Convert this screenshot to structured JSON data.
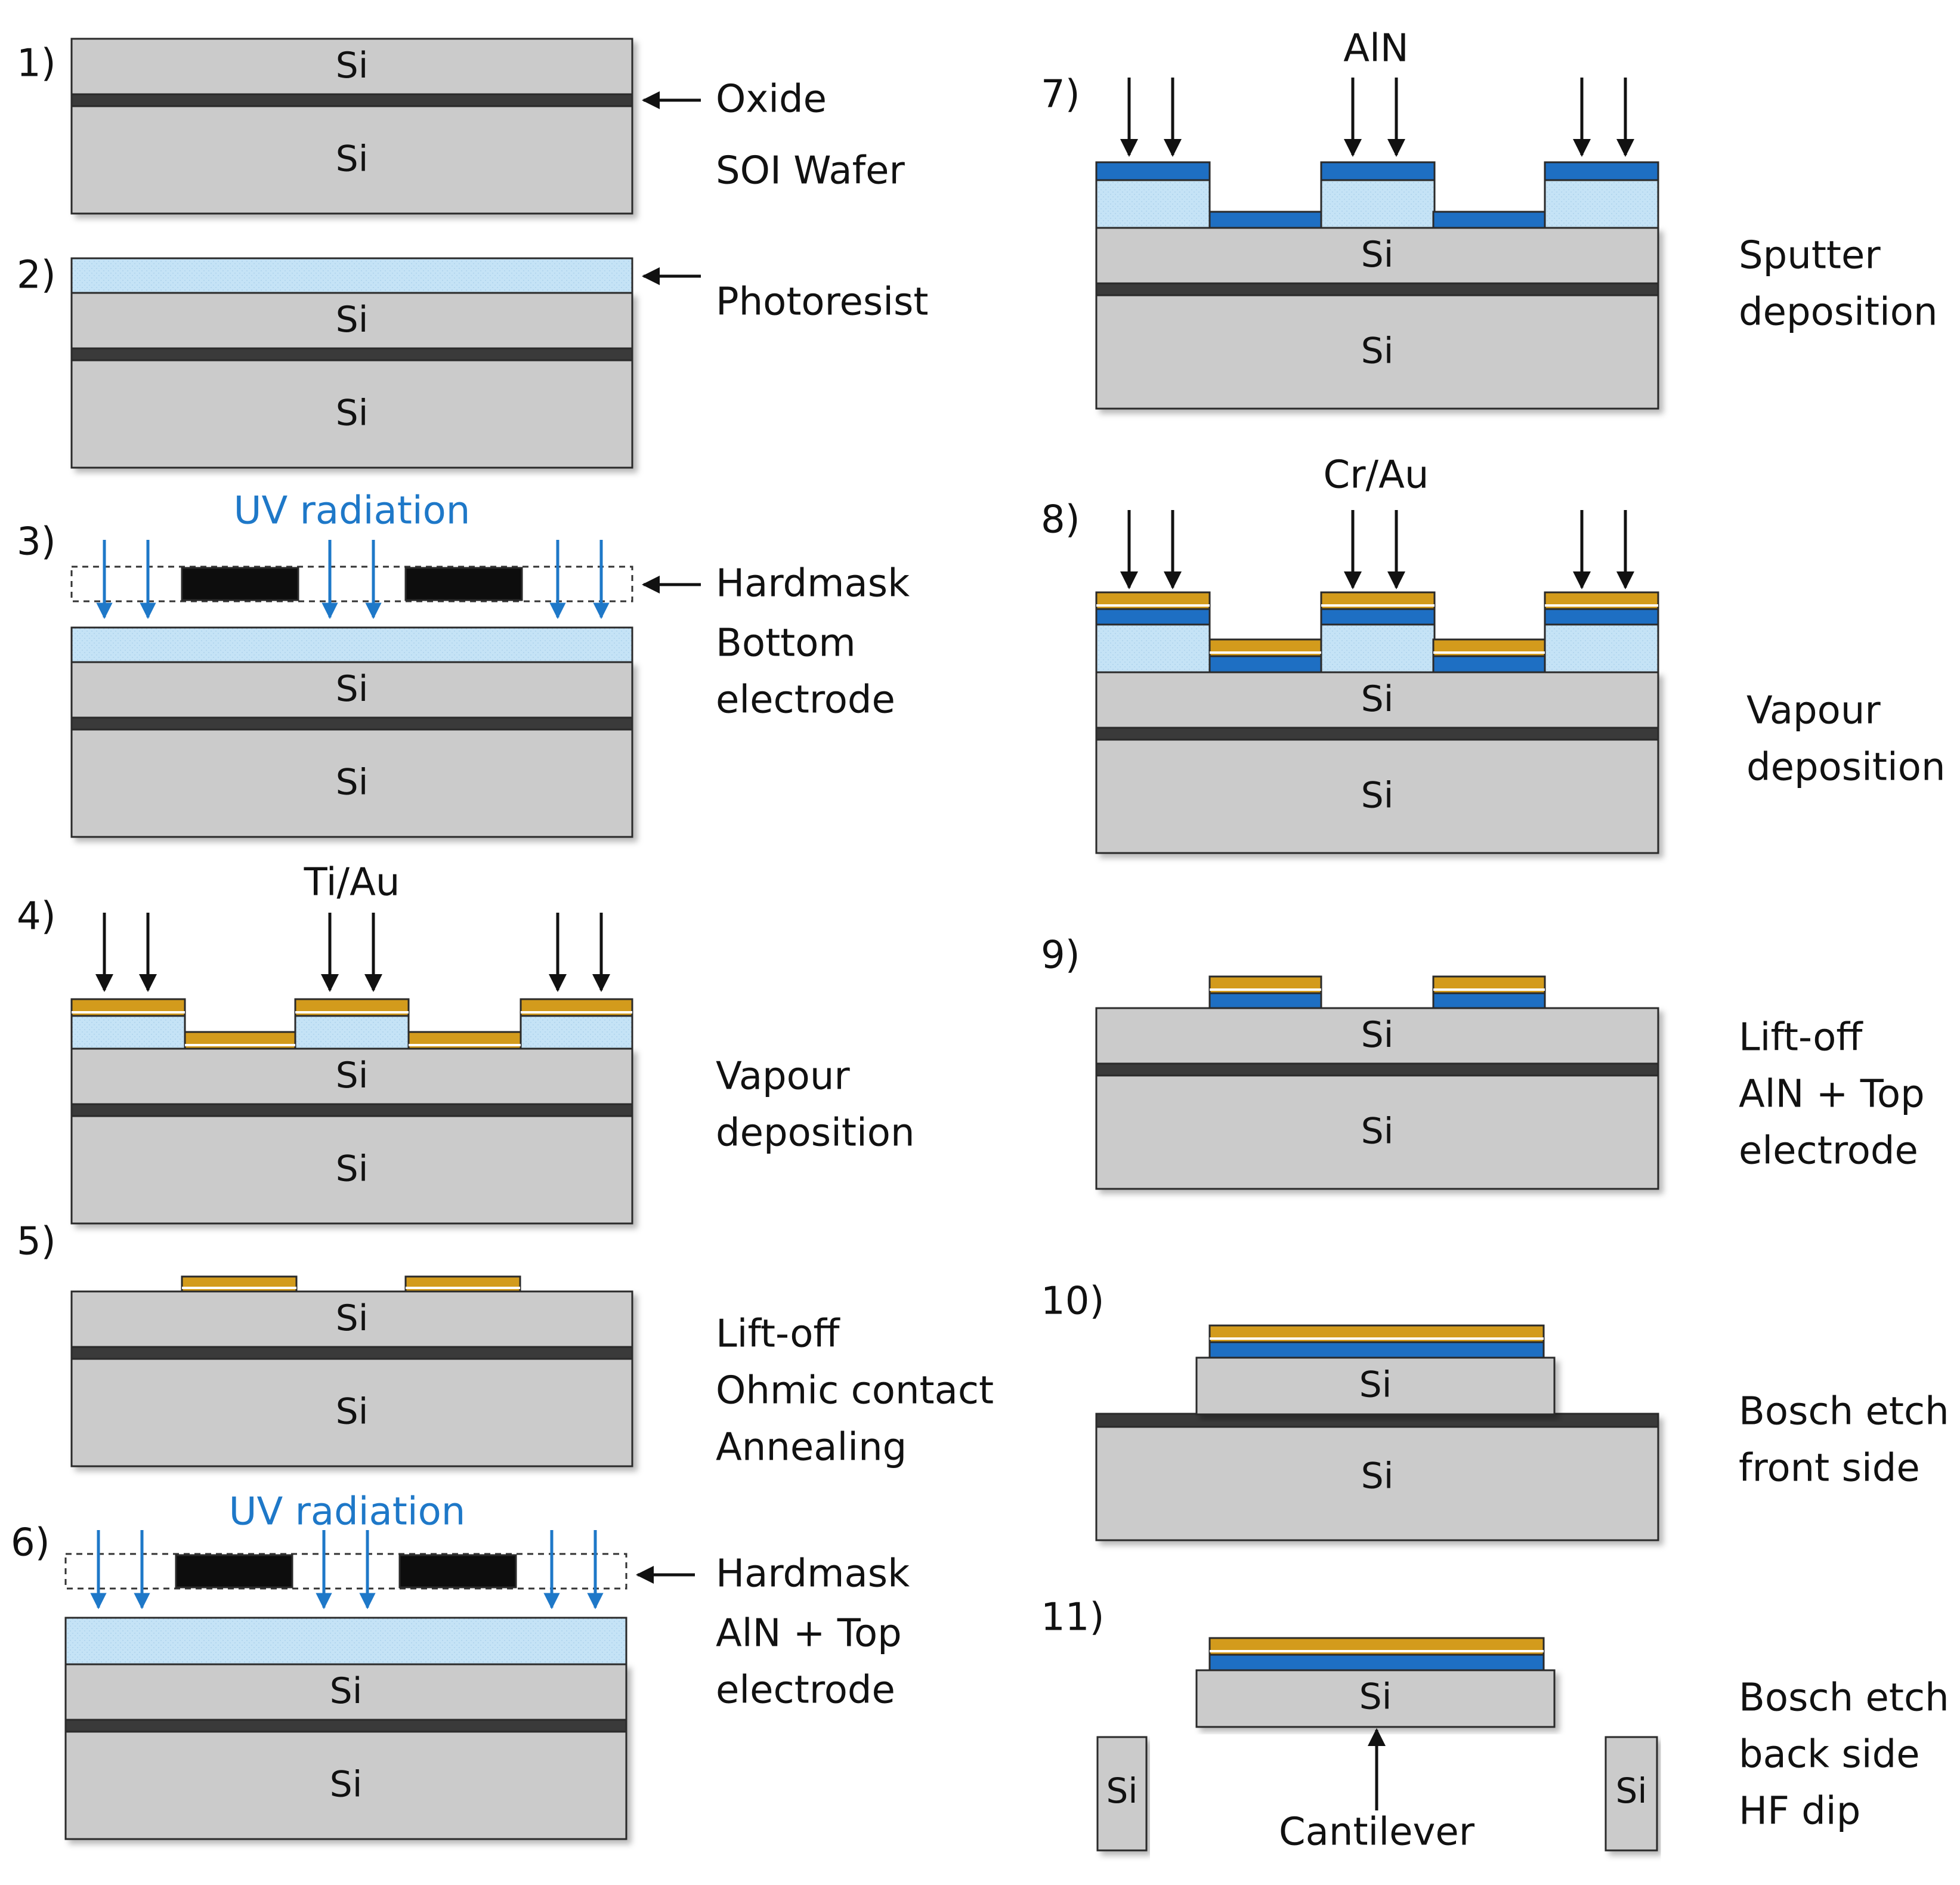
{
  "colors": {
    "si": "#cbcbcb",
    "oxide": "#3a3a3a",
    "photoresist": "#c5e3f6",
    "gold": "#d39b1c",
    "aln": "#1e6fc3",
    "uv": "#1e78c8",
    "mask": "#0d0d0d",
    "text": "#111111"
  },
  "layer_labels": {
    "si": "Si"
  },
  "steps": [
    {
      "id": "1",
      "number": "1)",
      "pointer": "Oxide",
      "notes": [
        "SOI Wafer"
      ]
    },
    {
      "id": "2",
      "number": "2)",
      "pointer": "Photoresist",
      "notes": []
    },
    {
      "id": "3",
      "number": "3)",
      "top": "UV radiation",
      "pointer": "Hardmask",
      "notes": [
        "Bottom",
        "electrode"
      ]
    },
    {
      "id": "4",
      "number": "4)",
      "top": "Ti/Au",
      "notes": [
        "Vapour",
        "deposition"
      ]
    },
    {
      "id": "5",
      "number": "5)",
      "notes": [
        "Lift-off",
        "Ohmic contact",
        "Annealing"
      ]
    },
    {
      "id": "6",
      "number": "6)",
      "top": "UV radiation",
      "pointer": "Hardmask",
      "notes": [
        "AlN + Top",
        "electrode"
      ]
    },
    {
      "id": "7",
      "number": "7)",
      "top": "AlN",
      "notes": [
        "Sputter",
        "deposition"
      ]
    },
    {
      "id": "8",
      "number": "8)",
      "top": "Cr/Au",
      "notes": [
        "Vapour",
        "deposition"
      ]
    },
    {
      "id": "9",
      "number": "9)",
      "notes": [
        "Lift-off",
        "AlN + Top",
        "electrode"
      ]
    },
    {
      "id": "10",
      "number": "10)",
      "notes": [
        "Bosch etch",
        "front side"
      ]
    },
    {
      "id": "11",
      "number": "11)",
      "bottom": "Cantilever",
      "notes": [
        "Bosch etch",
        "back side",
        "HF dip"
      ]
    }
  ]
}
